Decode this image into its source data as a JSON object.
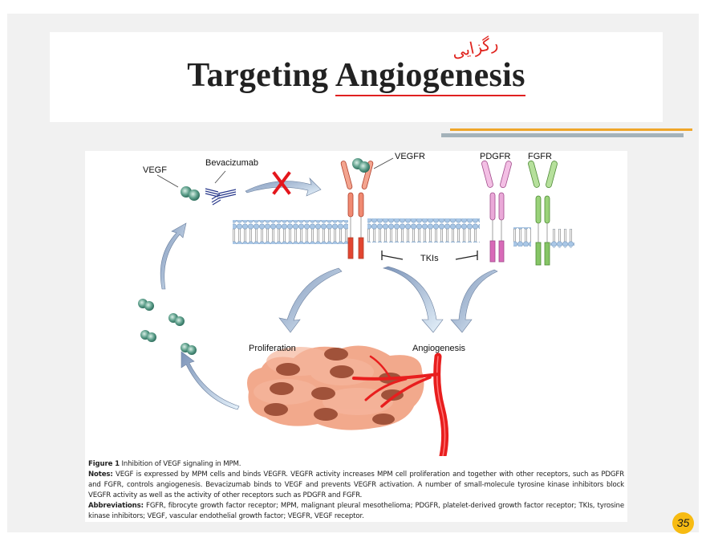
{
  "slide": {
    "title_part1": "Targeting ",
    "title_part2": "Angiogenesis",
    "handwritten_annotation": "رگزایی",
    "page_number": "35",
    "colors": {
      "slide_bg": "#f1f1f1",
      "accent_orange": "#efa62a",
      "accent_grey": "#a4b2ba",
      "badge": "#f7bb12",
      "annotation_red": "#e0251f"
    }
  },
  "figure": {
    "labels": {
      "vegf": "VEGF",
      "bevacizumab": "Bevacizumab",
      "vegfr": "VEGFR",
      "pdgfr": "PDGFR",
      "fgfr": "FGFR",
      "tkis": "TKIs",
      "proliferation": "Proliferation",
      "angiogenesis": "Angiogenesis"
    },
    "caption": {
      "figure_label": "Figure 1",
      "figure_title": " Inhibition of VEGF signaling in MPM.",
      "notes_label": "Notes:",
      "notes_text": " VEGF is expressed by MPM cells and binds VEGFR. VEGFR activity increases MPM cell proliferation and together with other receptors, such as PDGFR and FGFR, controls angiogenesis. Bevacizumab binds to VEGF and prevents VEGFR activation. A number of small-molecule tyrosine kinase inhibitors block VEGFR activity as well as the activity of other receptors such as PDGFR and FGFR.",
      "abbrev_label": "Abbreviations:",
      "abbrev_text": " FGFR, fibrocyte growth factor receptor; MPM, malignant pleural mesothelioma; PDGFR, platelet-derived growth factor receptor; TKIs, tyrosine kinase inhibitors; VEGF, vascular endothelial growth factor; VEGFR, VEGF receptor."
    },
    "colors": {
      "vegfr": "#e8705a",
      "pdgfr": "#e59ad0",
      "fgfr": "#8ccb6e",
      "vegf_ligand": "#5fa08c",
      "antibody": "#2a3a8c",
      "membrane": "#9dbfe0",
      "cell": "#f2a98c",
      "nucleus": "#a0523a",
      "vessel": "#e81e1e",
      "block_x": "#e4161c"
    }
  }
}
